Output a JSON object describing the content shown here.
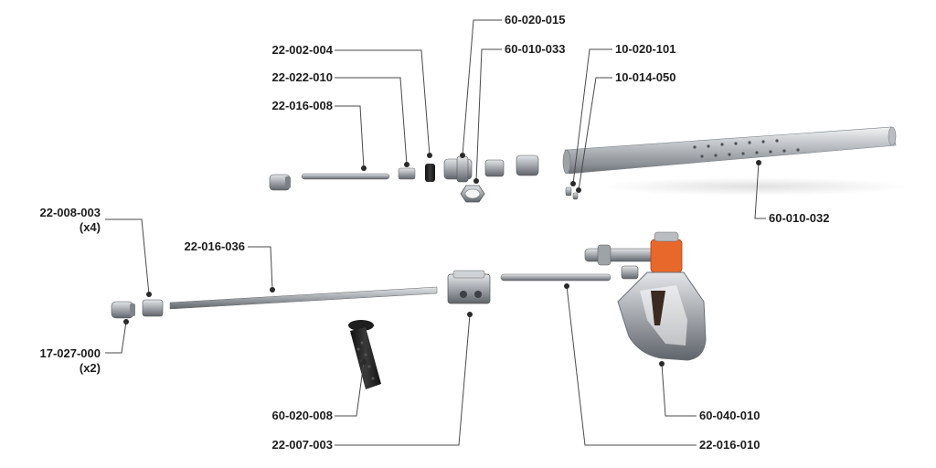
{
  "part_numbers": {
    "p_60_020_015": "60-020-015",
    "p_22_002_004": "22-002-004",
    "p_60_010_033": "60-010-033",
    "p_10_020_101": "10-020-101",
    "p_22_022_010": "22-022-010",
    "p_10_014_050": "10-014-050",
    "p_22_016_008": "22-016-008",
    "p_60_010_032": "60-010-032",
    "p_22_008_003": "22-008-003",
    "p_22_008_003_qty": "(x4)",
    "p_22_016_036": "22-016-036",
    "p_17_027_000": "17-027-000",
    "p_17_027_000_qty": "(x2)",
    "p_60_020_008": "60-020-008",
    "p_60_040_010": "60-040-010",
    "p_22_007_003": "22-007-003",
    "p_22_016_010": "22-016-010"
  },
  "colors": {
    "leader": "#4a4a4a",
    "steel": "#a9adb2",
    "steel_dark": "#6e737a",
    "handle_black": "#222222",
    "gun_orange": "#e8672a",
    "gun_body": "#c9cbce"
  }
}
